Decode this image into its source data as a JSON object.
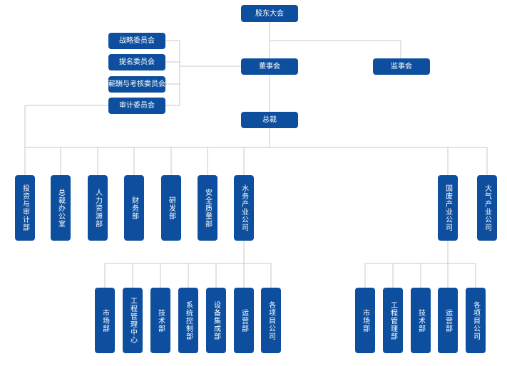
{
  "top": {
    "shareholders": "股东大会",
    "board": "董事会",
    "supervisors": "监事会",
    "president": "总裁"
  },
  "committees": [
    "战略委员会",
    "提名委员会",
    "薪酬与考核委员会",
    "审计委员会"
  ],
  "departments": [
    "投资与审计部",
    "总裁办公室",
    "人力资源部",
    "财务部",
    "研发部",
    "安全质量部",
    "水务产业公司",
    "固废产业公司",
    "大气产业公司"
  ],
  "water_subunits": [
    "市场部",
    "工程管理中心",
    "技术部",
    "系统控制部",
    "设备集成部",
    "运营部",
    "各项目公司"
  ],
  "waste_subunits": [
    "市场部",
    "工程管理部",
    "技术部",
    "运营部",
    "各项目公司"
  ],
  "colors": {
    "box": "#0d4f9e",
    "line": "#c8c8c8"
  }
}
